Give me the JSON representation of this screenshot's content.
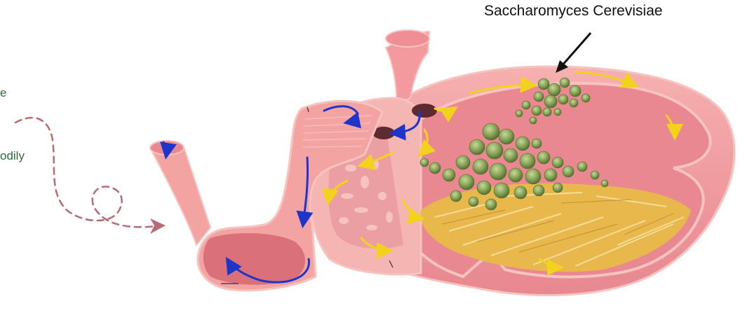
{
  "labels": {
    "organism": "Saccharomyces Cerevisiae",
    "left_fragment_1": "e",
    "left_fragment_2": "odily"
  },
  "colors": {
    "tissue": "#f4a3a3",
    "tissue_dark": "#d86f78",
    "lumen": "#e98890",
    "inner_wall": "#f7c3bf",
    "blue_flow": "#1f35c9",
    "yellow_flow": "#f2d21c",
    "yeast_green": "#7f9c4e",
    "fiber_gold": "#e8b84d",
    "dashed_path": "#b86b72",
    "label_green": "#2e6b3f"
  },
  "icons": [
    "yeast-cluster-icon",
    "dashed-arrow-icon",
    "pointer-arrow-icon"
  ]
}
